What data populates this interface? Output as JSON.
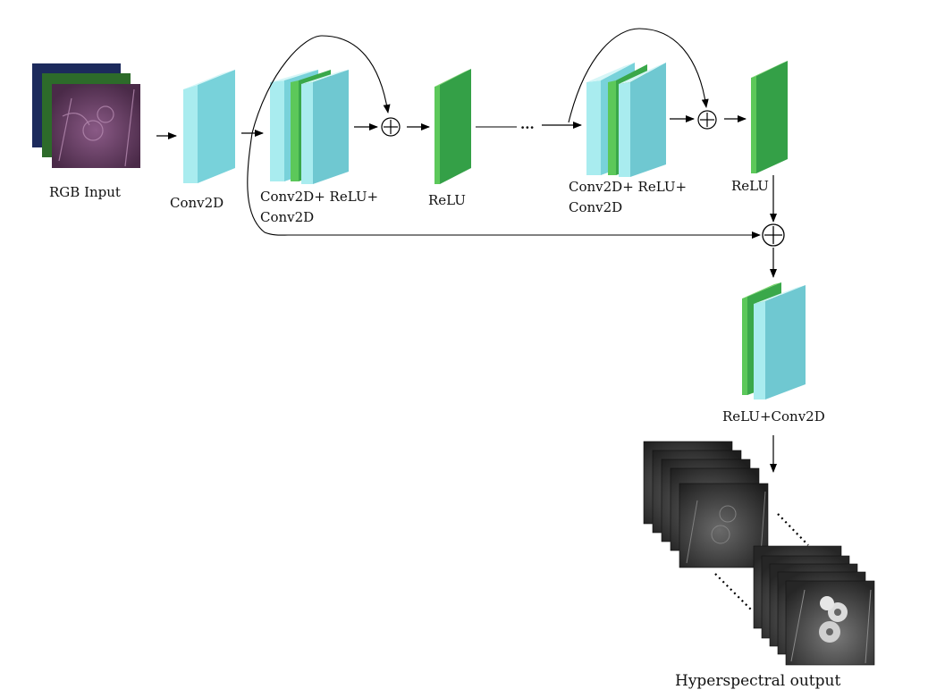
{
  "labels": {
    "rgb_input": "RGB Input",
    "conv2d": "Conv2D",
    "res_block_1_line1": "Conv2D+ ReLU+",
    "res_block_1_line2": "Conv2D",
    "relu_1": "ReLU",
    "ellipsis": "...",
    "res_block_n_line1": "Conv2D+ ReLU+",
    "res_block_n_line2": "Conv2D",
    "relu_n": "ReLU",
    "relu_conv2d": "ReLU+Conv2D",
    "hyperspectral_output": "Hyperspectral output"
  },
  "colors": {
    "conv_block": "#7ed6de",
    "relu_block": "#3aa84a",
    "arrow": "#000000",
    "input_blue": "#1c2a5c",
    "input_green": "#2d6b2a",
    "input_purple": "#5a3558",
    "output_gray": "#3a3a3a"
  }
}
